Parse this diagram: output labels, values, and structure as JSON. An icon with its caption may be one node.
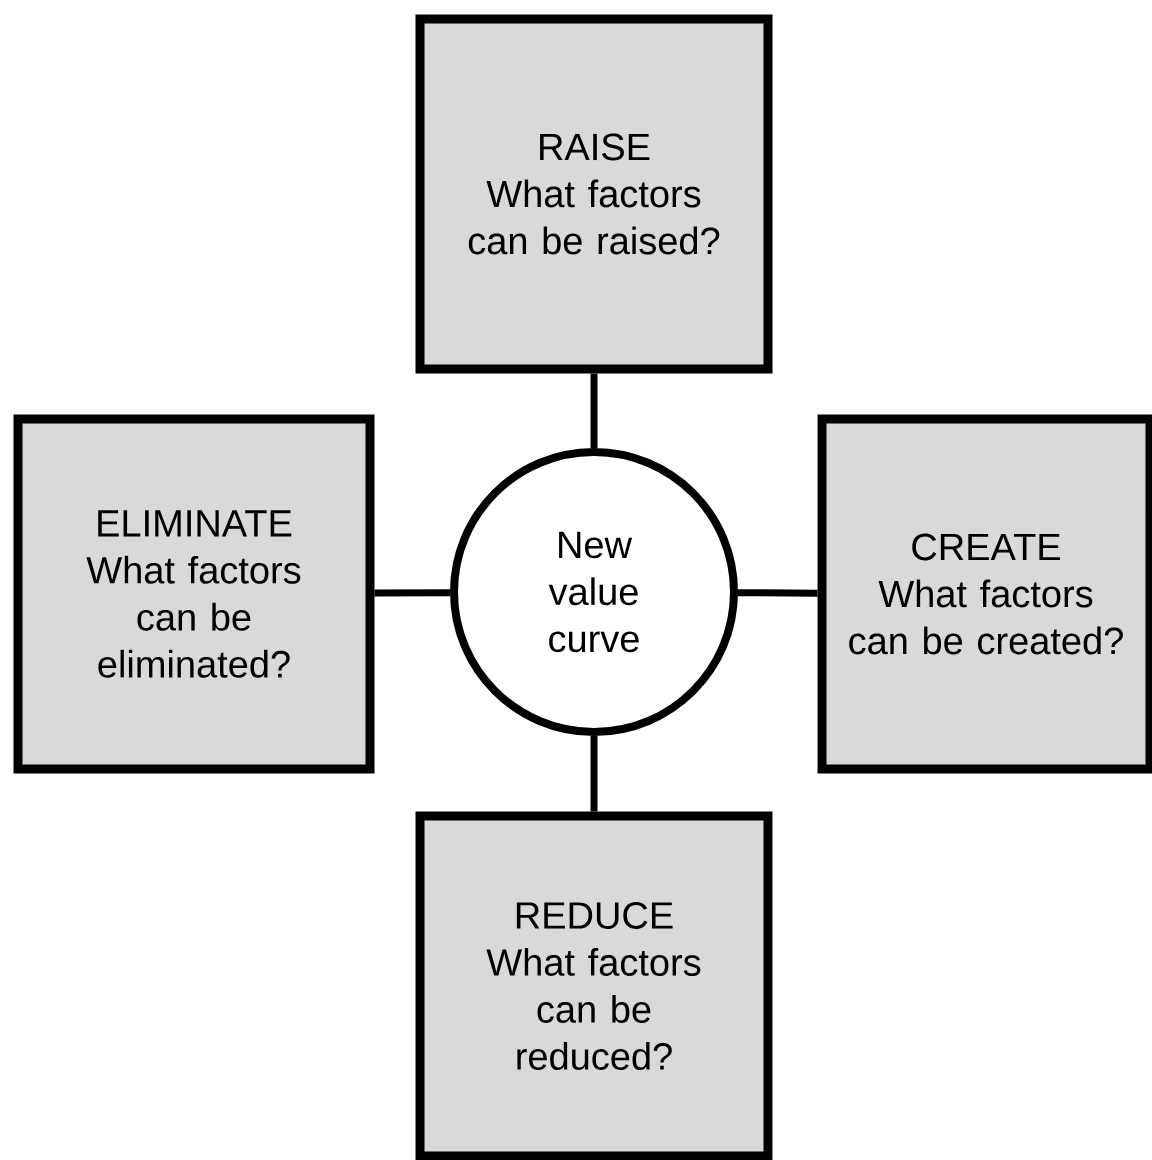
{
  "diagram": {
    "nodes": [
      {
        "text": [
          "RAISE",
          "What factors can be raised?"
        ]
      },
      {
        "text": [
          "ELIMINATE",
          "What factors can be eliminated?"
        ]
      },
      {
        "text": [
          "New value curve"
        ]
      },
      {
        "text": [
          "CREATE",
          "What factors can be created?"
        ]
      },
      {
        "text": [
          "REDUCE",
          "What factors can be reduced?"
        ]
      }
    ],
    "edges": [
      {
        "from": 2,
        "to": 0,
        "arrow": "none"
      },
      {
        "from": 2,
        "to": 1,
        "arrow": "none"
      },
      {
        "from": 2,
        "to": 3,
        "arrow": "none"
      },
      {
        "from": 2,
        "to": 4,
        "arrow": "none"
      }
    ]
  }
}
